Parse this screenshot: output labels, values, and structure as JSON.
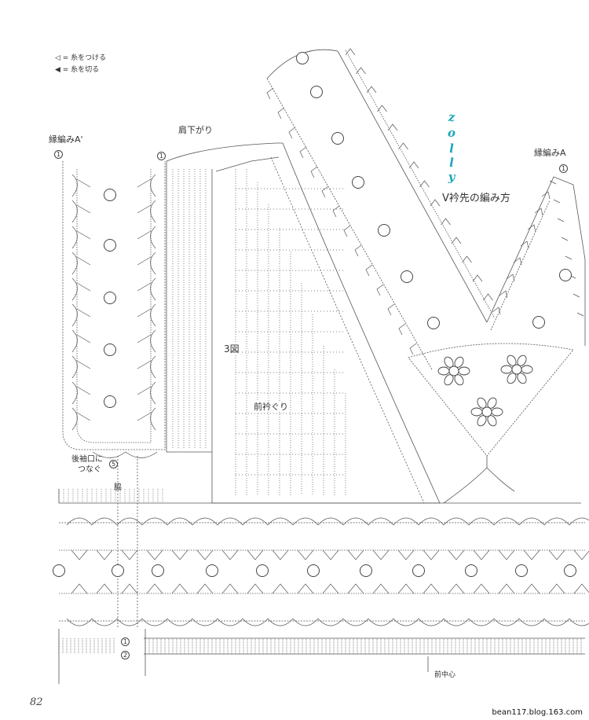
{
  "legend": {
    "attach_label": "◁ = 糸をつける",
    "cut_label": "◀ = 糸を切る"
  },
  "labels": {
    "edging_a_prime": "縁編みA'",
    "shoulder_decrease": "肩下がり",
    "edging_a": "縁編みA",
    "v_neck_title": "V衿先の編み方",
    "figure_3": "3図",
    "front_neckline": "前衿ぐり",
    "join_back_armhole_line1": "後袖口に",
    "join_back_armhole_line2": "つなぐ",
    "side": "脇",
    "center_front": "前中心",
    "page_number": "82",
    "website": "bean117.blog.163.com"
  },
  "row_markers": {
    "left_top": "1",
    "shoulder": "1",
    "right_top": "1",
    "armhole": "5",
    "bottom_row1": "1",
    "bottom_row2": "2"
  },
  "watermark": [
    "z",
    "o",
    "l",
    "l",
    "y"
  ],
  "colors": {
    "ink": "#333333",
    "watermark": "#1ca6b8"
  }
}
